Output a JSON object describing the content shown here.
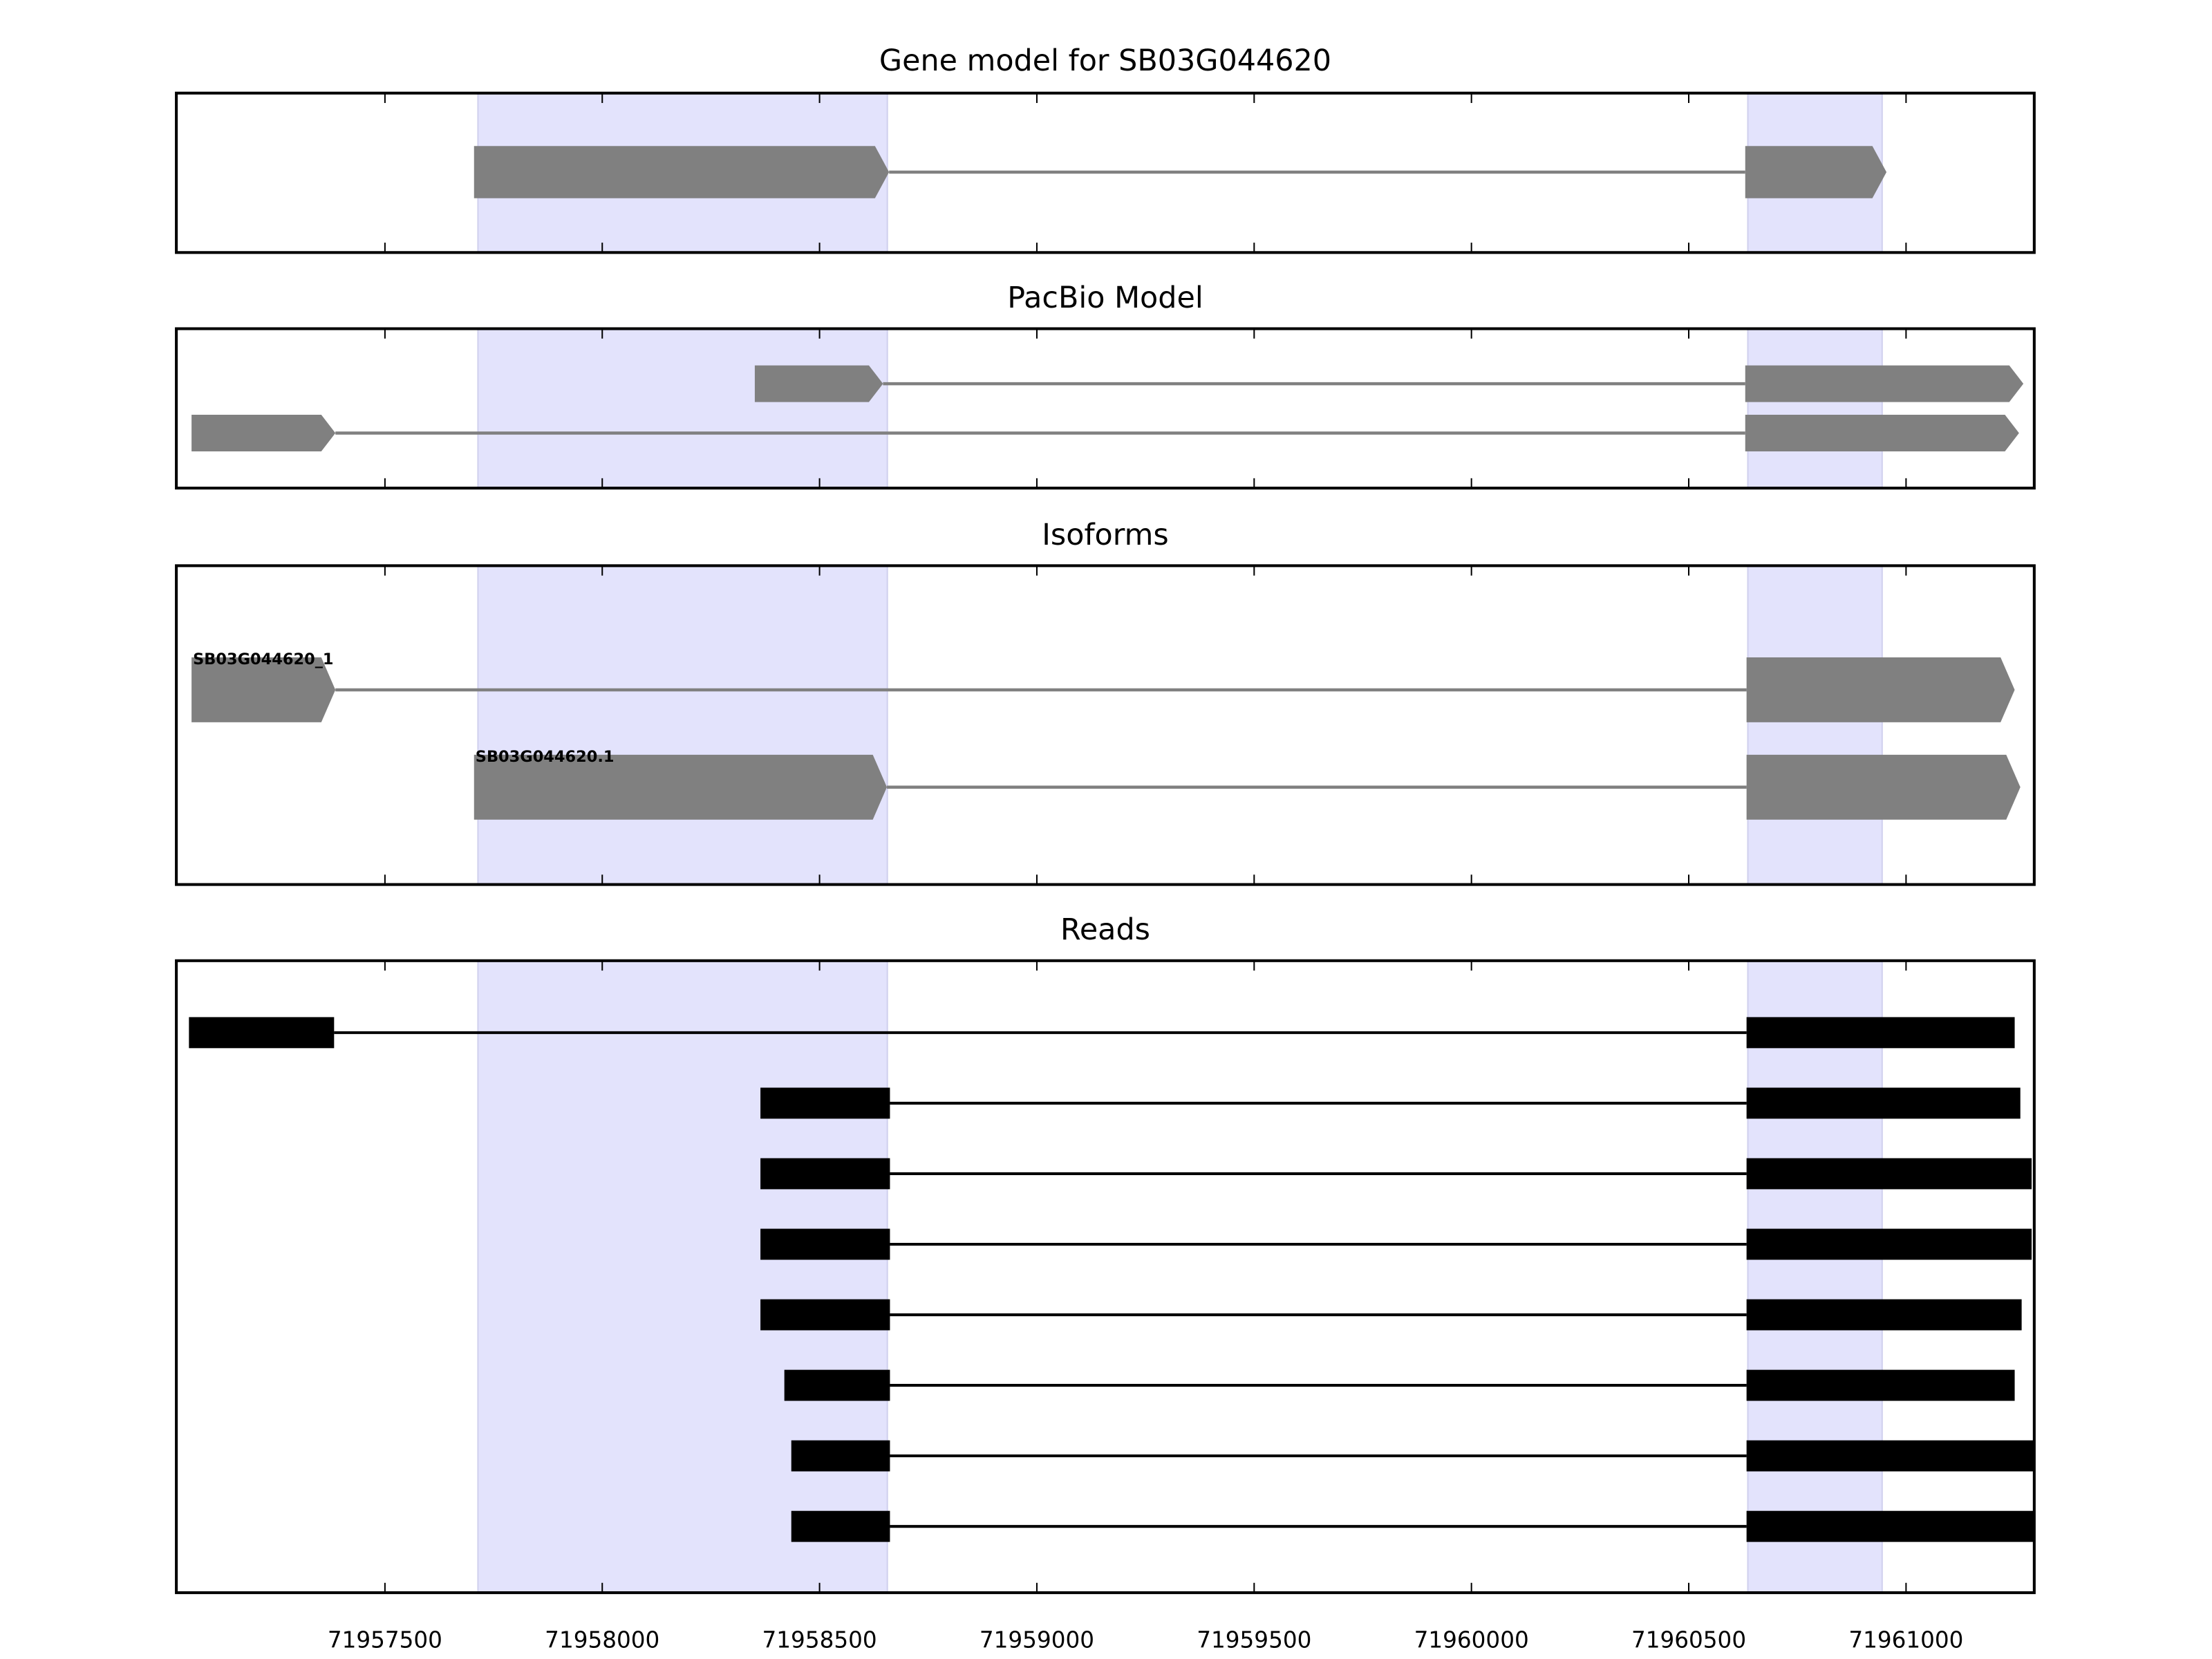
{
  "chart_data": {
    "type": "gene-track",
    "xlim": [
      71957020,
      71961295
    ],
    "xticks": [
      71957500,
      71958000,
      71958500,
      71959000,
      71959500,
      71960000,
      71960500,
      71961000
    ],
    "xtick_labels": [
      "71957500",
      "71958000",
      "71958500",
      "71959000",
      "71959500",
      "71960000",
      "71960500",
      "71961000"
    ],
    "highlight_regions": [
      [
        71957714,
        71958656
      ],
      [
        71960636,
        71960945
      ]
    ],
    "colors": {
      "highlight": "#e3e3fc",
      "model": "#808080",
      "reads": "#000000"
    },
    "panels": [
      {
        "title": "Gene model for SB03G044620",
        "style": "model",
        "rows": [
          {
            "label": "",
            "exons": [
              [
                71957705,
                71958660
              ],
              [
                71960630,
                71960955
              ]
            ]
          }
        ]
      },
      {
        "title": "PacBio Model",
        "style": "model",
        "rows": [
          {
            "label": "",
            "exons": [
              [
                71958351,
                71958646
              ],
              [
                71960630,
                71961270
              ]
            ]
          },
          {
            "label": "",
            "exons": [
              [
                71957055,
                71957386
              ],
              [
                71960630,
                71961260
              ]
            ]
          }
        ]
      },
      {
        "title": "Isoforms",
        "style": "model",
        "rows": [
          {
            "label": "SB03G044620_1",
            "exons": [
              [
                71957055,
                71957386
              ],
              [
                71960633,
                71961250
              ]
            ]
          },
          {
            "label": "SB03G044620.1",
            "exons": [
              [
                71957705,
                71958655
              ],
              [
                71960633,
                71961263
              ]
            ]
          }
        ]
      },
      {
        "title": "Reads",
        "style": "reads",
        "rows": [
          {
            "label": "",
            "exons": [
              [
                71957049,
                71957383
              ],
              [
                71960633,
                71961250
              ]
            ]
          },
          {
            "label": "",
            "exons": [
              [
                71958364,
                71958662
              ],
              [
                71960633,
                71961263
              ]
            ]
          },
          {
            "label": "",
            "exons": [
              [
                71958364,
                71958662
              ],
              [
                71960633,
                71961289
              ]
            ]
          },
          {
            "label": "",
            "exons": [
              [
                71958364,
                71958662
              ],
              [
                71960633,
                71961289
              ]
            ]
          },
          {
            "label": "",
            "exons": [
              [
                71958364,
                71958662
              ],
              [
                71960633,
                71961266
              ]
            ]
          },
          {
            "label": "",
            "exons": [
              [
                71958419,
                71958662
              ],
              [
                71960633,
                71961250
              ]
            ]
          },
          {
            "label": "",
            "exons": [
              [
                71958435,
                71958662
              ],
              [
                71960633,
                71961300
              ]
            ]
          },
          {
            "label": "",
            "exons": [
              [
                71958435,
                71958662
              ],
              [
                71960633,
                71961300
              ]
            ]
          }
        ]
      }
    ]
  }
}
